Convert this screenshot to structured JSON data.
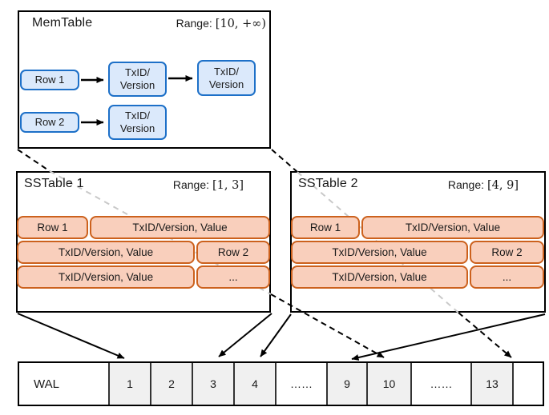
{
  "memtable": {
    "title": "MemTable",
    "range_label": "Range:",
    "range_value": "[10, +∞)",
    "row1_label": "Row 1",
    "row2_label": "Row 2",
    "version_node_line1": "TxID/",
    "version_node_line2": "Version"
  },
  "sstable1": {
    "title": "SSTable 1",
    "range_label": "Range:",
    "range_value": "[1, 3]",
    "row1_label": "Row 1",
    "row2_label": "Row 2",
    "value_label": "TxID/Version, Value",
    "ellipsis_label": "..."
  },
  "sstable2": {
    "title": "SSTable 2",
    "range_label": "Range:",
    "range_value": "[4, 9]",
    "row1_label": "Row 1",
    "row2_label": "Row 2",
    "value_label": "TxID/Version, Value",
    "ellipsis_label": "..."
  },
  "wal": {
    "label": "WAL",
    "cells": [
      {
        "label": "1"
      },
      {
        "label": "2"
      },
      {
        "label": "3"
      },
      {
        "label": "4"
      },
      {
        "label": "……"
      },
      {
        "label": "9"
      },
      {
        "label": "10"
      },
      {
        "label": "……"
      },
      {
        "label": "13"
      },
      {
        "label": ""
      }
    ]
  },
  "colors": {
    "blue_fill": "#dbe9fb",
    "blue_border": "#1d70c8",
    "orange_fill": "#f9cfbc",
    "orange_border": "#cc611d",
    "wal_cell_fill": "#f0f0f0",
    "box_border": "#000000",
    "dashed_gray": "#c9c9c9"
  }
}
